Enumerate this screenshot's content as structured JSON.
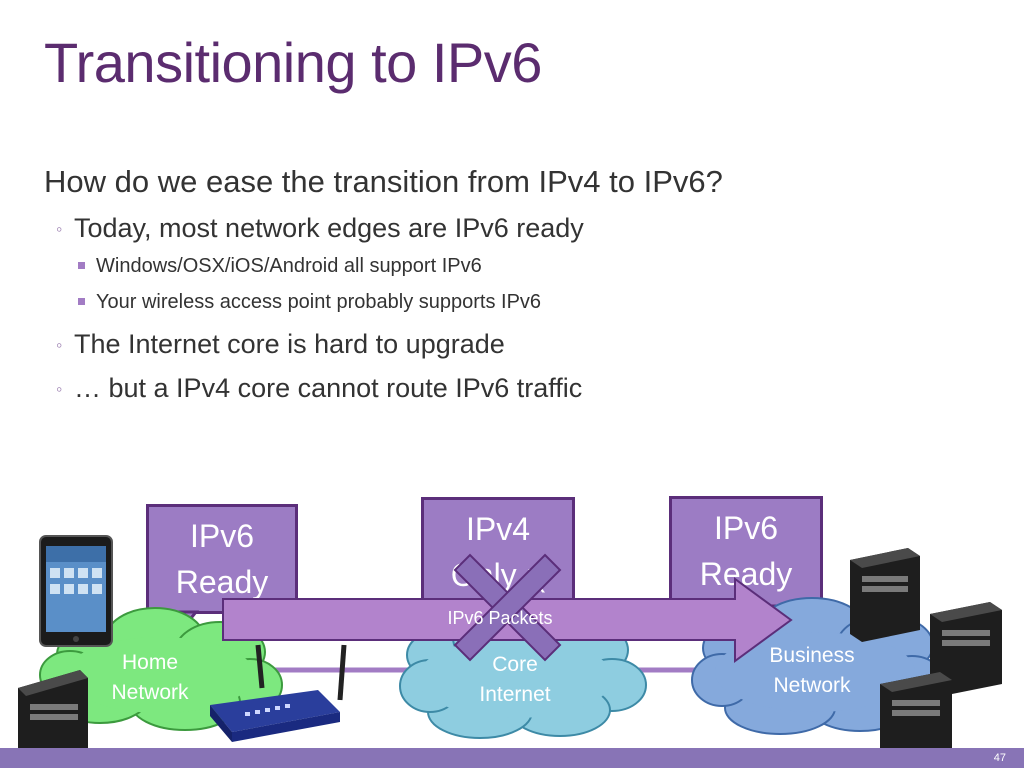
{
  "slide": {
    "title": "Transitioning to IPv6",
    "question": "How do we ease the transition from IPv4 to IPv6?",
    "bullet_today": "Today, most network edges are IPv6 ready",
    "sub_os": "Windows/OSX/iOS/Android all support IPv6",
    "sub_wap": "Your wireless access point probably supports IPv6",
    "bullet_core": "The Internet core is hard to upgrade",
    "bullet_route": "… but a IPv4 core cannot route IPv6 traffic",
    "page_number": "47"
  },
  "diagram": {
    "home_callout": {
      "line1": "IPv6",
      "line2": "Ready"
    },
    "core_callout": {
      "line1": "IPv4",
      "line2": "Only :("
    },
    "business_callout": {
      "line1": "IPv6",
      "line2": "Ready"
    },
    "arrow_label": "IPv6 Packets",
    "home_cloud": {
      "line1": "Home",
      "line2": "Network"
    },
    "core_cloud": {
      "line1": "Core",
      "line2": "Internet"
    },
    "business_cloud": {
      "line1": "Business",
      "line2": "Network"
    },
    "colors": {
      "title": "#5b2c6f",
      "callout_fill": "#9c7cc4",
      "callout_border": "#5b2e7a",
      "arrow_fill": "#b283cc",
      "home_cloud": "#7de87f",
      "core_cloud": "#8ecde0",
      "business_cloud": "#85a9dc",
      "link_line": "#a27cc4",
      "blocked_x": "#8a6fb8",
      "footer": "#8874b6"
    }
  }
}
